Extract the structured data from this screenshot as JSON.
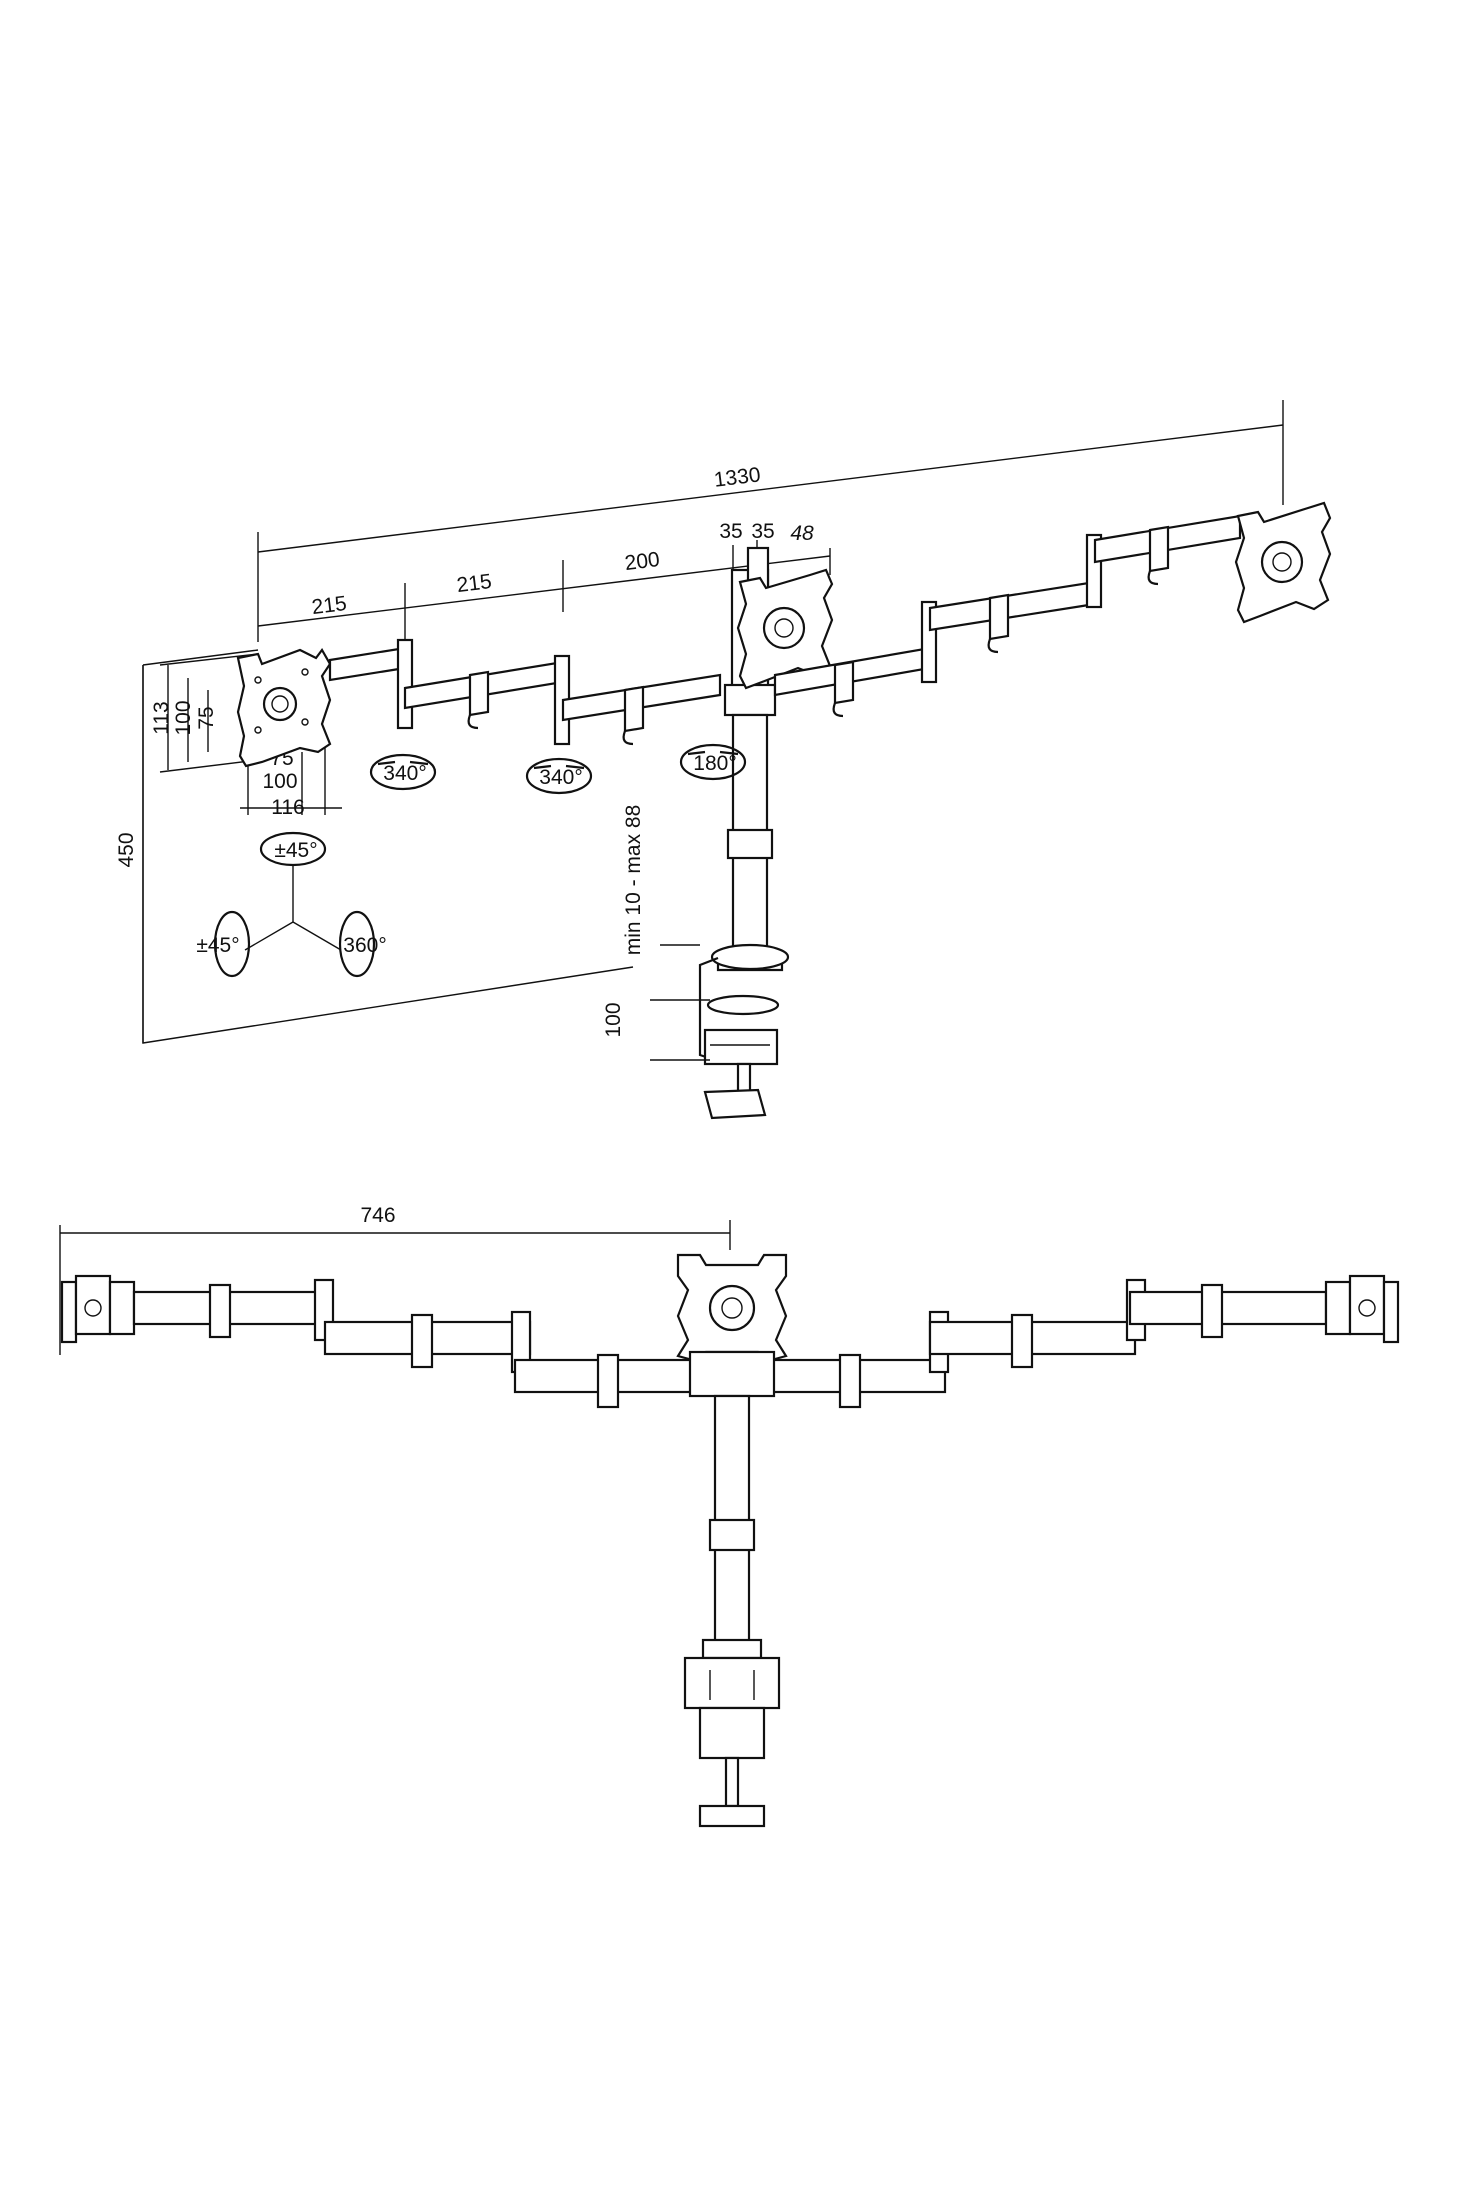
{
  "iso_view": {
    "overall_width": "1330",
    "arm_1": "215",
    "arm_2": "215",
    "arm_3": "200",
    "pole_left_offset": "35",
    "pole_right_offset": "35",
    "plate_offset": "48",
    "height": "450",
    "vesa_outer_h": "113",
    "vesa_mid_h": "100",
    "vesa_inner_h": "75",
    "vesa_inner_w": "75",
    "vesa_mid_w": "100",
    "vesa_outer_w": "116",
    "rotate_arm_1": "340°",
    "rotate_arm_2": "340°",
    "rotate_center": "180°",
    "tilt_top": "±45°",
    "tilt_left": "±45°",
    "rotate_plate": "360°",
    "clamp_thickness": "min 10 - max 88",
    "clamp_depth": "100"
  },
  "front_view": {
    "half_span": "746"
  }
}
